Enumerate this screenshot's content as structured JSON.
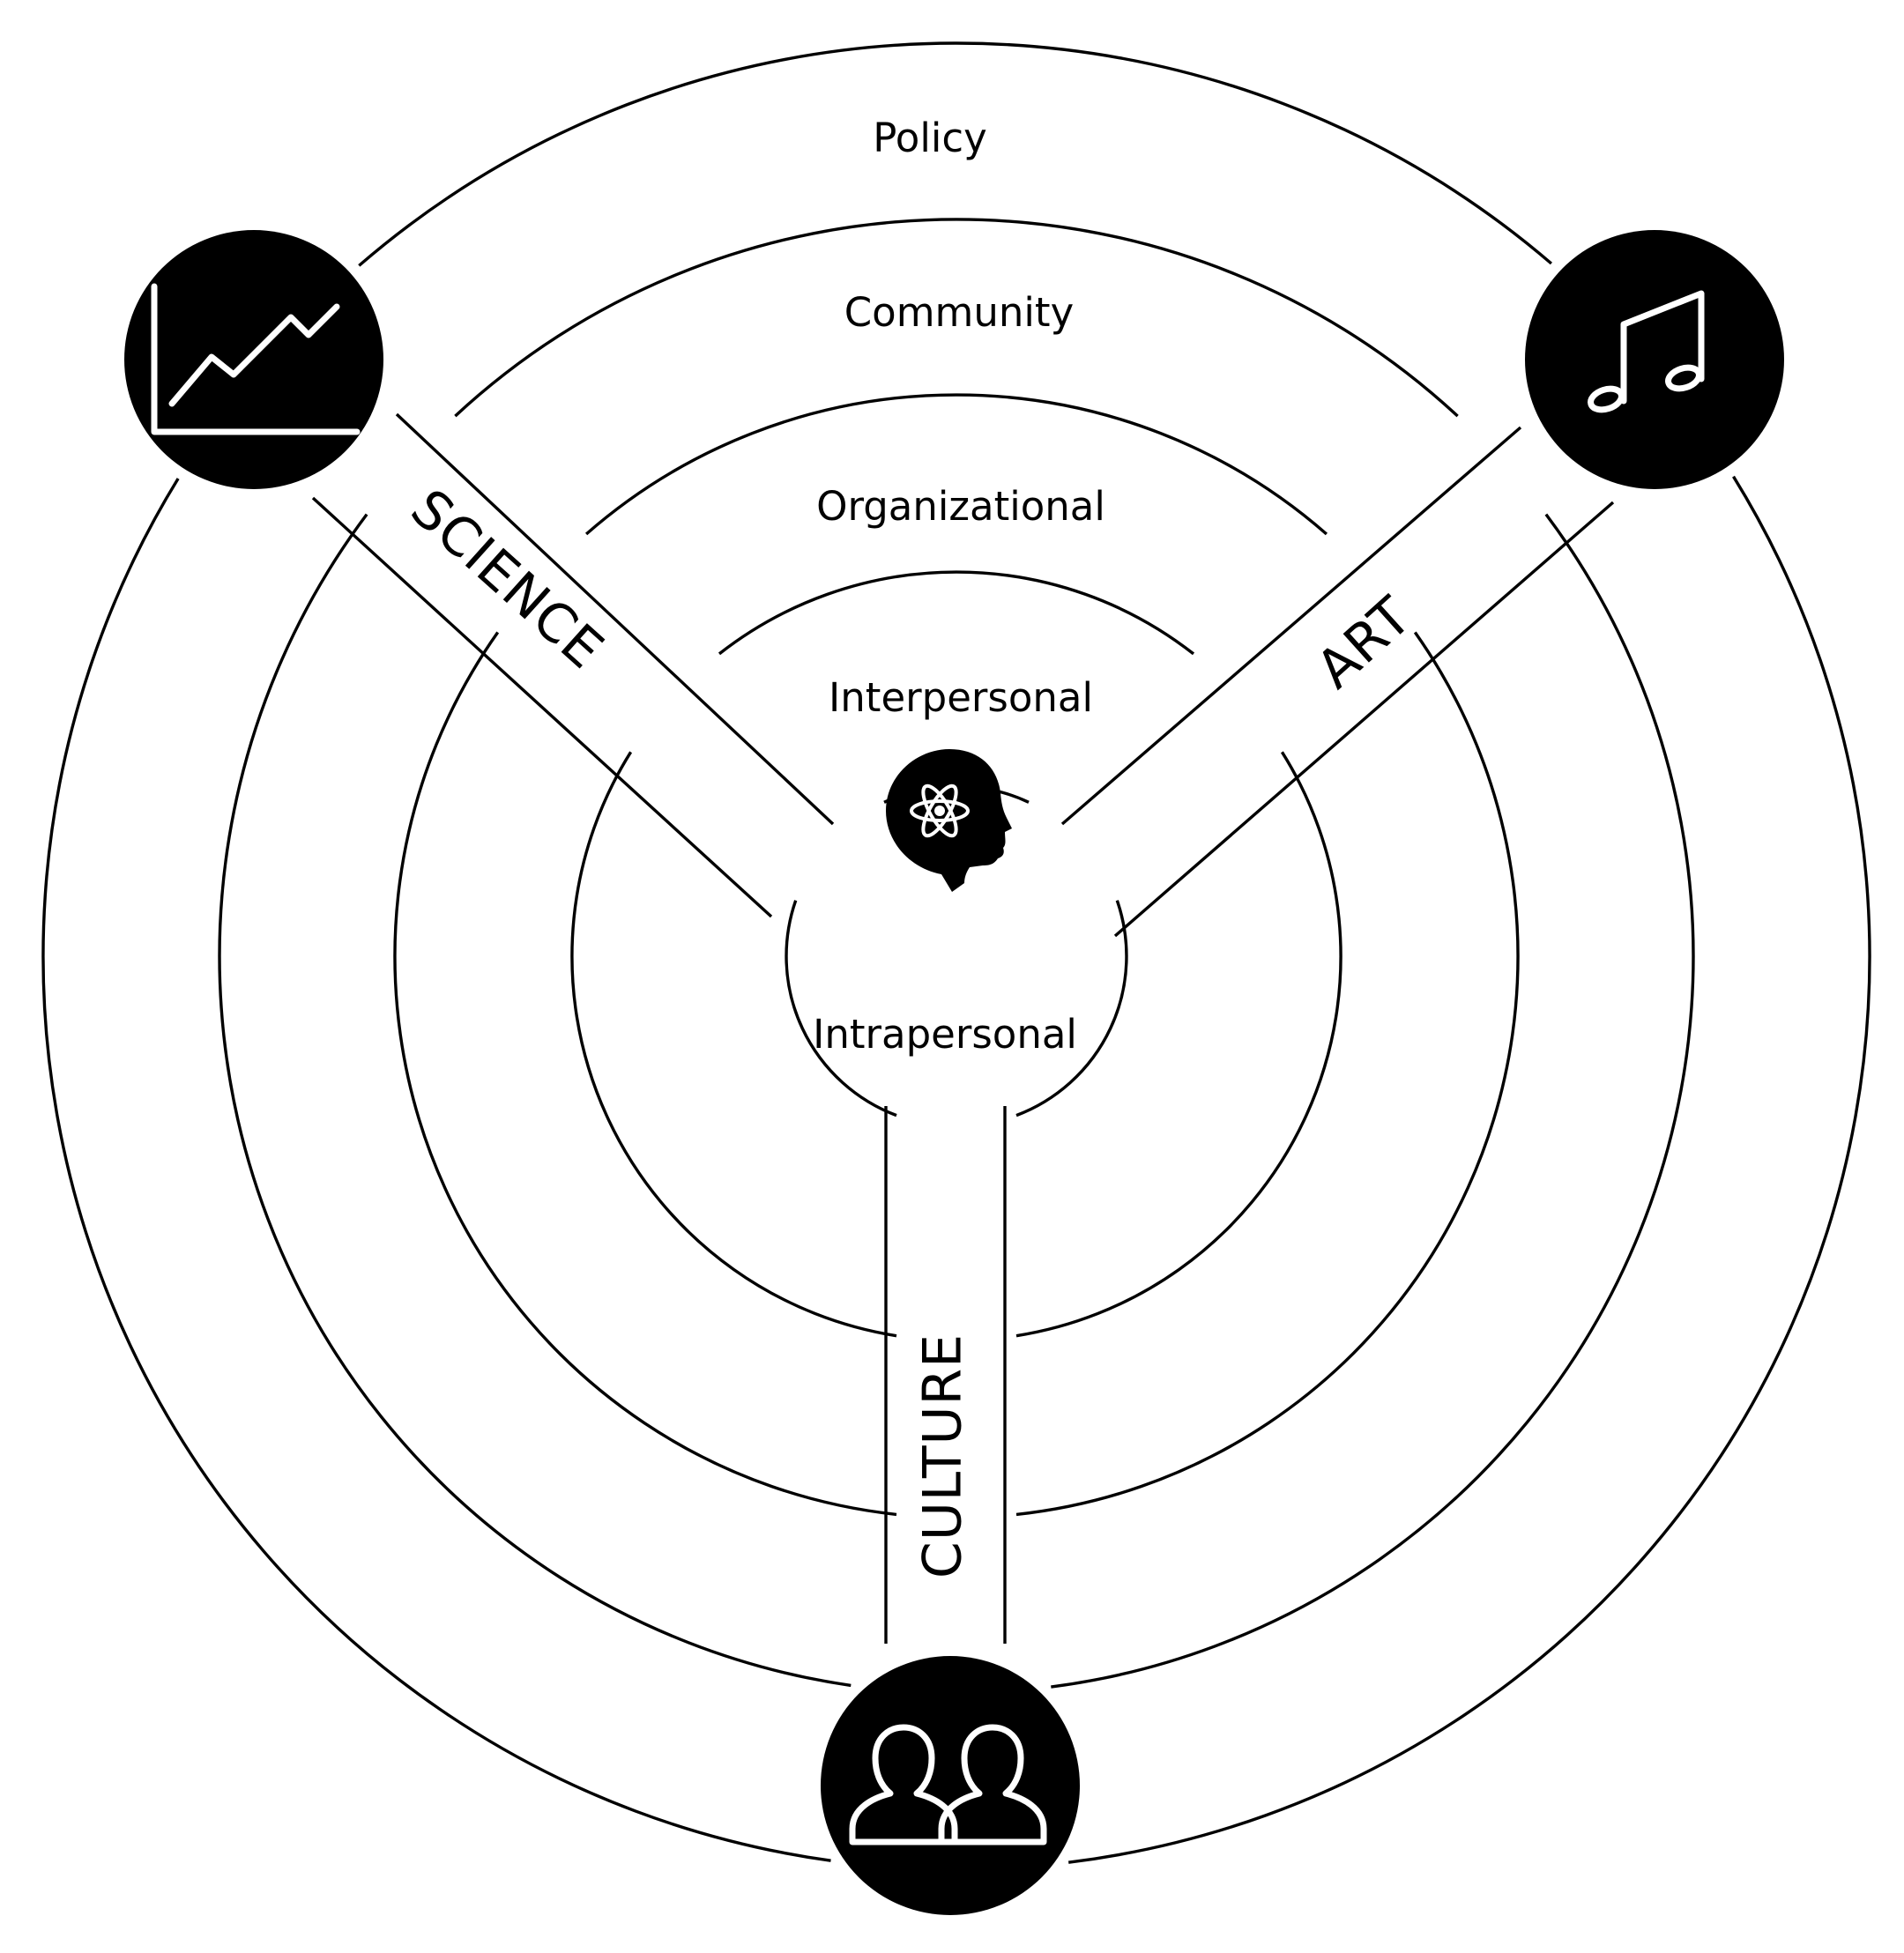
{
  "levels": {
    "policy": "Policy",
    "community": "Community",
    "organizational": "Organizational",
    "interpersonal": "Interpersonal",
    "intrapersonal": "Intrapersonal"
  },
  "spokes": {
    "science": "SCIENCE",
    "art": "ART",
    "culture": "CULTURE"
  },
  "icons": {
    "science": "line-chart-icon",
    "art": "music-note-icon",
    "culture": "people-icon",
    "center": "head-atom-icon"
  },
  "colors": {
    "ink": "#000000",
    "paper": "#ffffff"
  }
}
